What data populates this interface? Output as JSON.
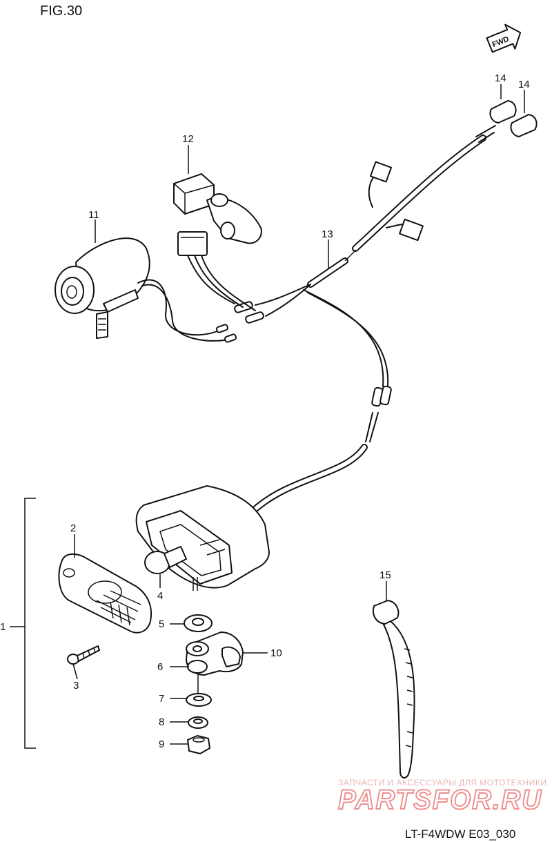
{
  "figure": {
    "title": "FIG.30",
    "code": "LT-F4WDW E03_030",
    "direction_badge": "FWD"
  },
  "callouts": {
    "c1": "1",
    "c2": "2",
    "c3": "3",
    "c4": "4",
    "c5": "5",
    "c6": "6",
    "c7": "7",
    "c8": "8",
    "c9": "9",
    "c10": "10",
    "c11": "11",
    "c12": "12",
    "c13": "13",
    "c14a": "14",
    "c14b": "14",
    "c15": "15"
  },
  "watermark": {
    "caption": "ЗАПЧАСТИ И АКСЕССУАРЫ ДЛЯ МОТОТЕХНИКИ",
    "brand": "PARTSFOR.RU"
  },
  "colors": {
    "line": "#111111",
    "watermark": "#e88c8c"
  }
}
